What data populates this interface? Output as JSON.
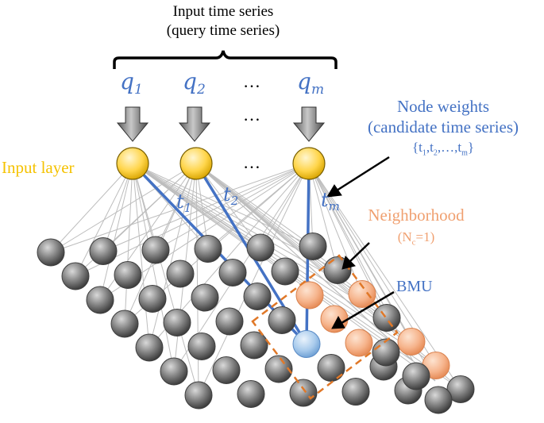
{
  "title": {
    "line1": "Input time series",
    "line2": "(query time series)"
  },
  "inputs": [
    {
      "letter": "q",
      "sub": "1"
    },
    {
      "letter": "q",
      "sub": "2"
    },
    {
      "letter": "…",
      "sub": ""
    },
    {
      "letter": "q",
      "sub": "m"
    }
  ],
  "dots_row": "…",
  "input_layer_label": "Input layer",
  "weight_labels": [
    {
      "letter": "t",
      "sub": "1"
    },
    {
      "letter": "t",
      "sub": "2"
    },
    {
      "letter": "t",
      "sub": "m"
    }
  ],
  "node_weights": {
    "line1": "Node weights",
    "line2": "(candidate time series)",
    "set_open": "{t",
    "s1": "1",
    "comma1": ",t",
    "s2": "2",
    "rest": ",…,t",
    "sm": "m",
    "set_close": "}"
  },
  "neighborhood": {
    "line1": "Neighborhood",
    "paren_open": "(N",
    "sub": "c",
    "eq": "=1)"
  },
  "bmu_label": "BMU",
  "colors": {
    "blue": "#4472c4",
    "orange": "#f0a070",
    "orange_dash": "#e07828",
    "yellow": "#f5c200",
    "gray_node": "#7f7f7f",
    "bmu_node": "#9dc3e6"
  }
}
